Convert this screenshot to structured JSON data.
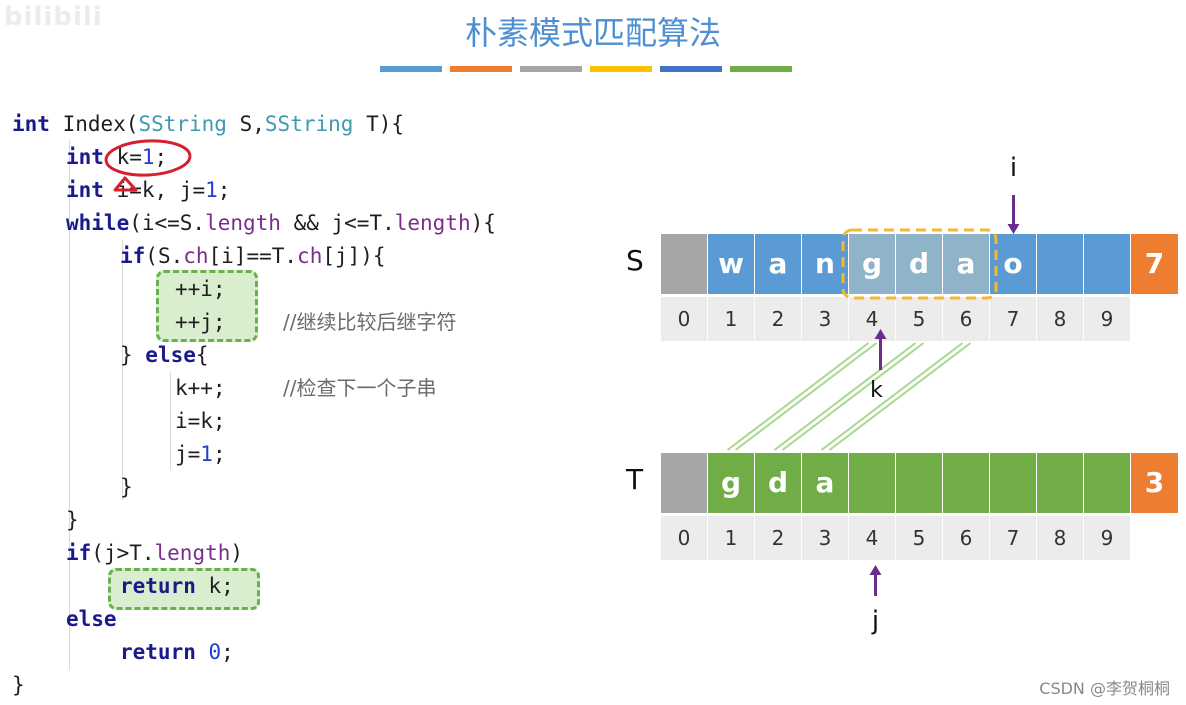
{
  "watermark": "bilibili",
  "title": "朴素模式匹配算法",
  "color_bar": [
    "#5b9bd5",
    "#ed7d31",
    "#a5a5a5",
    "#ffc000",
    "#4472c4",
    "#70ad47"
  ],
  "code": {
    "l1_kw": "int",
    "l1_a": " Index(",
    "l1_t1": "SString",
    "l1_b": " S,",
    "l1_t2": "SString",
    "l1_c": " T){",
    "l2_kw": "int",
    "l2_a": " k=",
    "l2_n": "1",
    "l2_b": ";",
    "l3_kw": "int",
    "l3_a": " i=k, j=",
    "l3_n": "1",
    "l3_b": ";",
    "l4_kw": "while",
    "l4_a": "(i<=S.",
    "l4_f1": "length",
    "l4_b": " && j<=T.",
    "l4_f2": "length",
    "l4_c": "){",
    "l5_kw": "if",
    "l5_a": "(S.",
    "l5_f1": "ch",
    "l5_b": "[i]==T.",
    "l5_f2": "ch",
    "l5_c": "[j]){",
    "l6": "++i;",
    "l7": "++j;",
    "l7_comment": "//继续比较后继字符",
    "l8_a": "} ",
    "l8_kw": "else",
    "l8_b": "{",
    "l9": "k++;",
    "l9_comment": "//检查下一个子串",
    "l10": "i=k;",
    "l11_a": "j=",
    "l11_n": "1",
    "l11_b": ";",
    "l12": "}",
    "l13": "}",
    "l14_kw": "if",
    "l14_a": "(j>T.",
    "l14_f": "length",
    "l14_b": ")",
    "l15_kw": "return",
    "l15_a": " k;",
    "l16_kw": "else",
    "l17_kw": "return",
    "l17_a": " ",
    "l17_n": "0",
    "l17_b": ";",
    "l18": "}"
  },
  "diagram": {
    "S": {
      "label": "S",
      "chars": [
        "",
        "w",
        "a",
        "n",
        "g",
        "d",
        "a",
        "o",
        "",
        ""
      ],
      "length": "7",
      "indices": [
        "0",
        "1",
        "2",
        "3",
        "4",
        "5",
        "6",
        "7",
        "8",
        "9"
      ],
      "highlighted_range": [
        4,
        6
      ],
      "pointer_label": "i",
      "pointer_index": 7,
      "k_label": "k",
      "k_index": 4
    },
    "T": {
      "label": "T",
      "chars": [
        "",
        "g",
        "d",
        "a",
        "",
        "",
        "",
        "",
        "",
        ""
      ],
      "length": "3",
      "indices": [
        "0",
        "1",
        "2",
        "3",
        "4",
        "5",
        "6",
        "7",
        "8",
        "9"
      ],
      "pointer_label": "j",
      "pointer_index": 4
    },
    "colors": {
      "s_cell": "#5b9bd5",
      "s_cell_highlight": "#8fb4c9",
      "t_cell": "#70ad47",
      "empty_cell": "#a6a6a6",
      "length_cell": "#ed7d31",
      "pointer": "#6c2c8c",
      "dash_yellow": "#f5b82e",
      "annotation_red": "#d4202f",
      "match_line": "#a8d890"
    }
  },
  "footer": "CSDN @李贺桐桐"
}
